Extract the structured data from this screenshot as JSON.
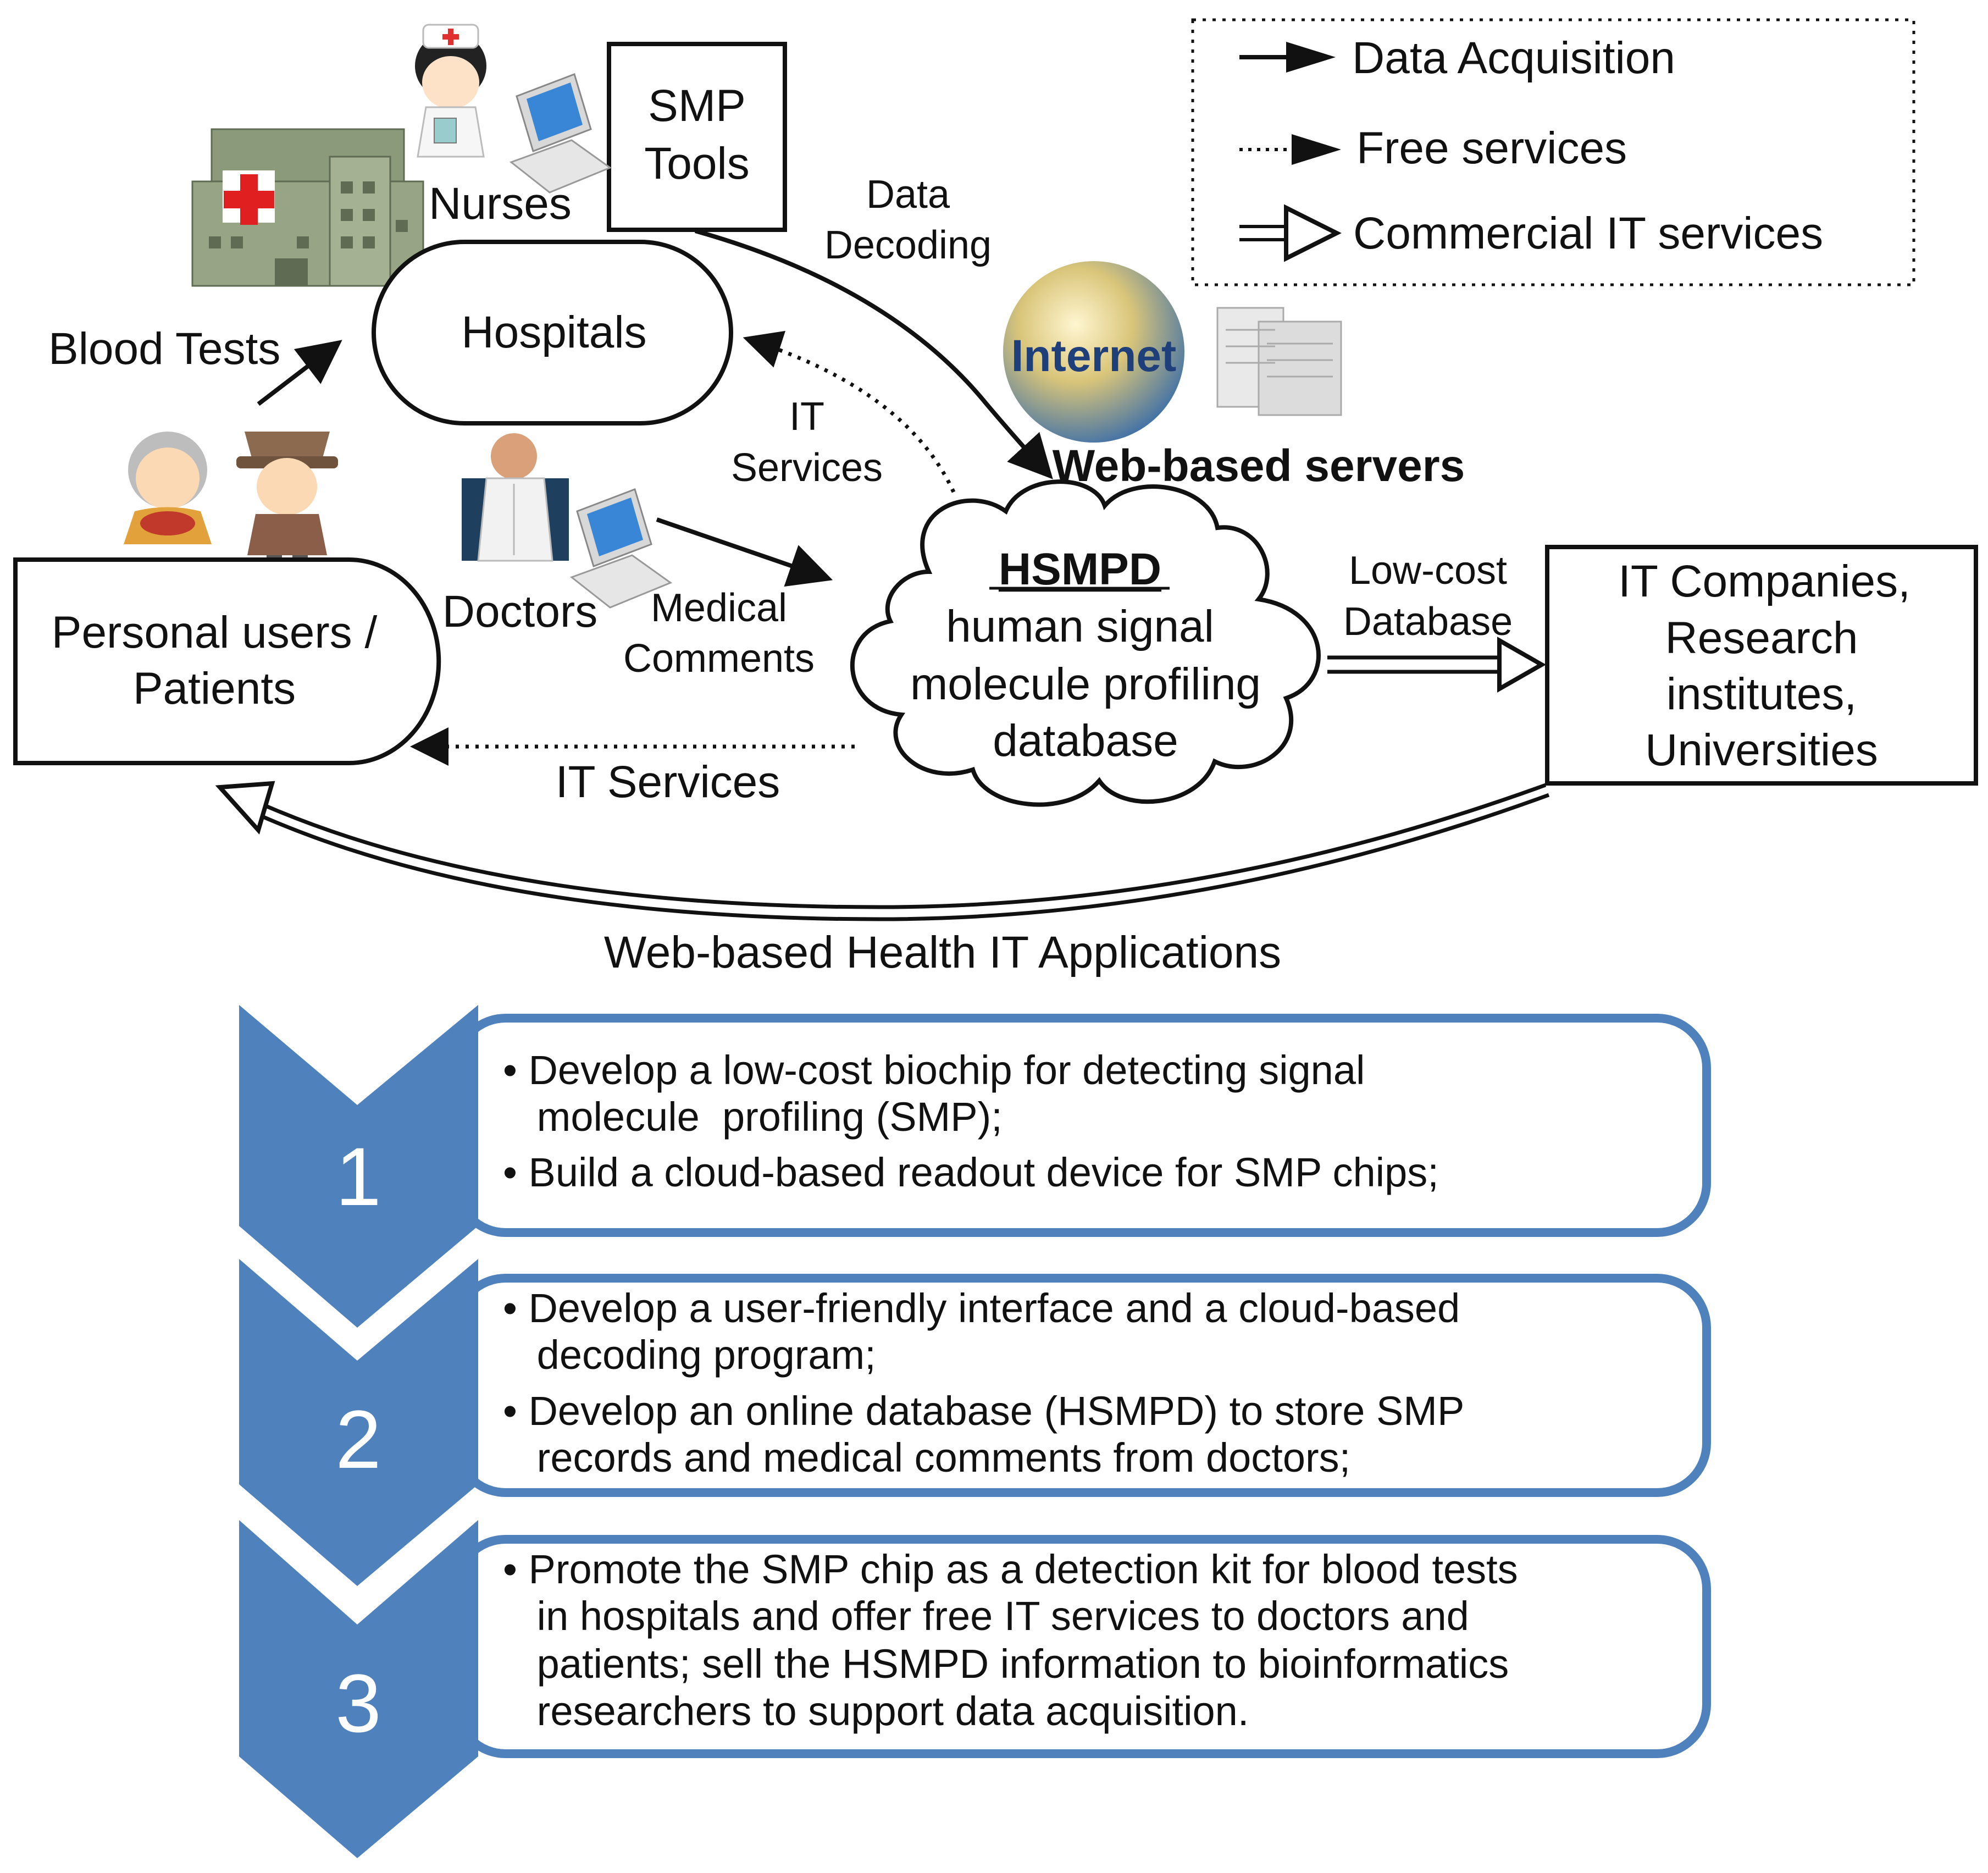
{
  "legend": {
    "data_acquisition": "Data Acquisition",
    "free_services": "Free services",
    "commercial": "Commercial IT services"
  },
  "nodes": {
    "smp_tools_line1": "SMP",
    "smp_tools_line2": "Tools",
    "nurses": "Nurses",
    "hospitals": "Hospitals",
    "blood_tests": "Blood Tests",
    "data_decoding_line1": "Data",
    "data_decoding_line2": "Decoding",
    "web_servers": "Web-based servers",
    "internet_logo": "Internet",
    "it_services_top_line1": "IT",
    "it_services_top_line2": "Services",
    "doctors": "Doctors",
    "medical_line1": "Medical",
    "medical_line2": "Comments",
    "personal_line1": "Personal users /",
    "personal_line2": "Patients",
    "hsmpd_title": "HSMPD",
    "hsmpd_line1": "human signal",
    "hsmpd_line2": "molecule  profiling",
    "hsmpd_line3": "database",
    "lowcost_line1": "Low-cost",
    "lowcost_line2": "Database",
    "it_comp_line1": "IT Companies,",
    "it_comp_line2": "Research",
    "it_comp_line3": "institutes,",
    "it_comp_line4": "Universities",
    "it_services_bottom": "IT Services",
    "web_health": "Web-based Health IT Applications"
  },
  "steps": [
    {
      "number": "1",
      "lines": [
        "• Develop a low-cost biochip for detecting signal",
        "   molecule  profiling (SMP);",
        "• Build a cloud-based readout device for SMP chips;"
      ]
    },
    {
      "number": "2",
      "lines": [
        "• Develop a user-friendly interface and a cloud-based",
        "   decoding program;",
        "• Develop an online database (HSMPD) to store SMP",
        "   records and medical comments from doctors;"
      ]
    },
    {
      "number": "3",
      "lines": [
        "• Promote the SMP chip as a detection kit for blood tests",
        "   in hospitals and offer free IT services to doctors and",
        "   patients; sell the HSMPD information to bioinformatics",
        "   researchers to support data acquisition."
      ]
    }
  ],
  "colors": {
    "chevron_blue": "#4f81bd",
    "box_border_blue": "#4f81bd",
    "line": "#111111"
  },
  "icons": [
    "nurse-icon",
    "computer-icon",
    "hospital-icon",
    "elderly-woman-icon",
    "elderly-man-icon",
    "doctor-icon",
    "internet-globe-icon",
    "server-icon"
  ]
}
